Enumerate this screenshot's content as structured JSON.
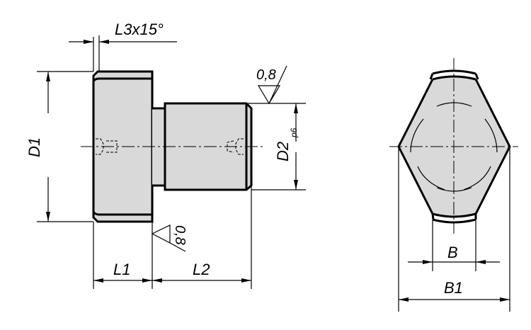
{
  "drawing": {
    "fill_color": "#d9d9d9",
    "line_color": "#000000",
    "side_view": {
      "chamfer_label": "L3x15°",
      "diameter_head_label": "D1",
      "diameter_shaft_label": "D2",
      "diameter_shaft_tolerance": "p6",
      "length_head_label": "L1",
      "length_shaft_label": "L2",
      "roughness_shaft": "0,8",
      "roughness_shoulder": "0,8"
    },
    "end_view": {
      "width_flat_label": "B",
      "width_across_label": "B1"
    }
  }
}
